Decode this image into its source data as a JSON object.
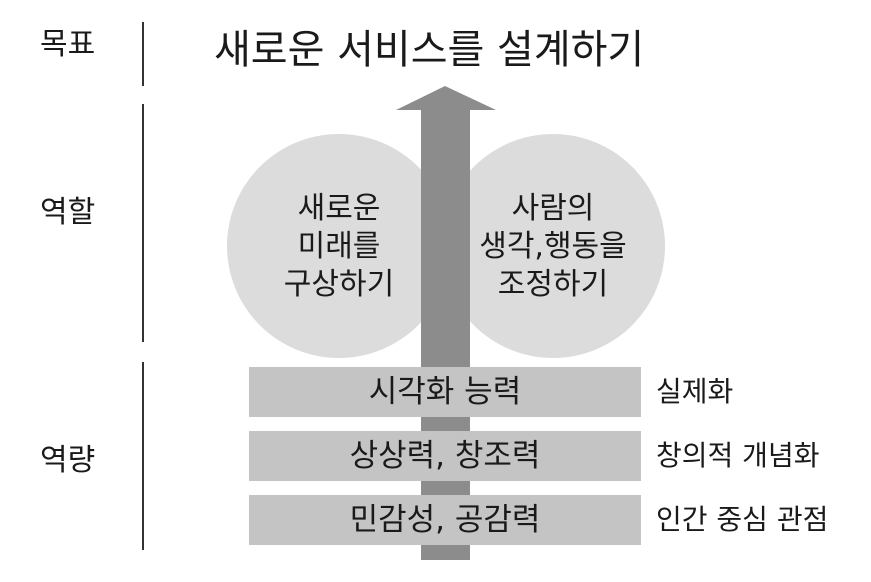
{
  "side_labels": {
    "goal": "목표",
    "role": "역할",
    "capability": "역량"
  },
  "goal_text": "새로운 서비스를 설계하기",
  "circles": [
    {
      "text": "새로운\n미래를\n구상하기"
    },
    {
      "text": "사람의\n생각,행동을\n조정하기"
    }
  ],
  "bars": [
    {
      "label": "시각화 능력",
      "note": "실제화"
    },
    {
      "label": "상상력, 창조력",
      "note": "창의적 개념화"
    },
    {
      "label": "민감성, 공감력",
      "note": "인간 중심 관점"
    }
  ],
  "colors": {
    "arrow": "#8c8c8c",
    "circle": "#dcdcdc",
    "bar": "#c4c4c4",
    "line": "#333333",
    "text": "#1a1a1a"
  }
}
